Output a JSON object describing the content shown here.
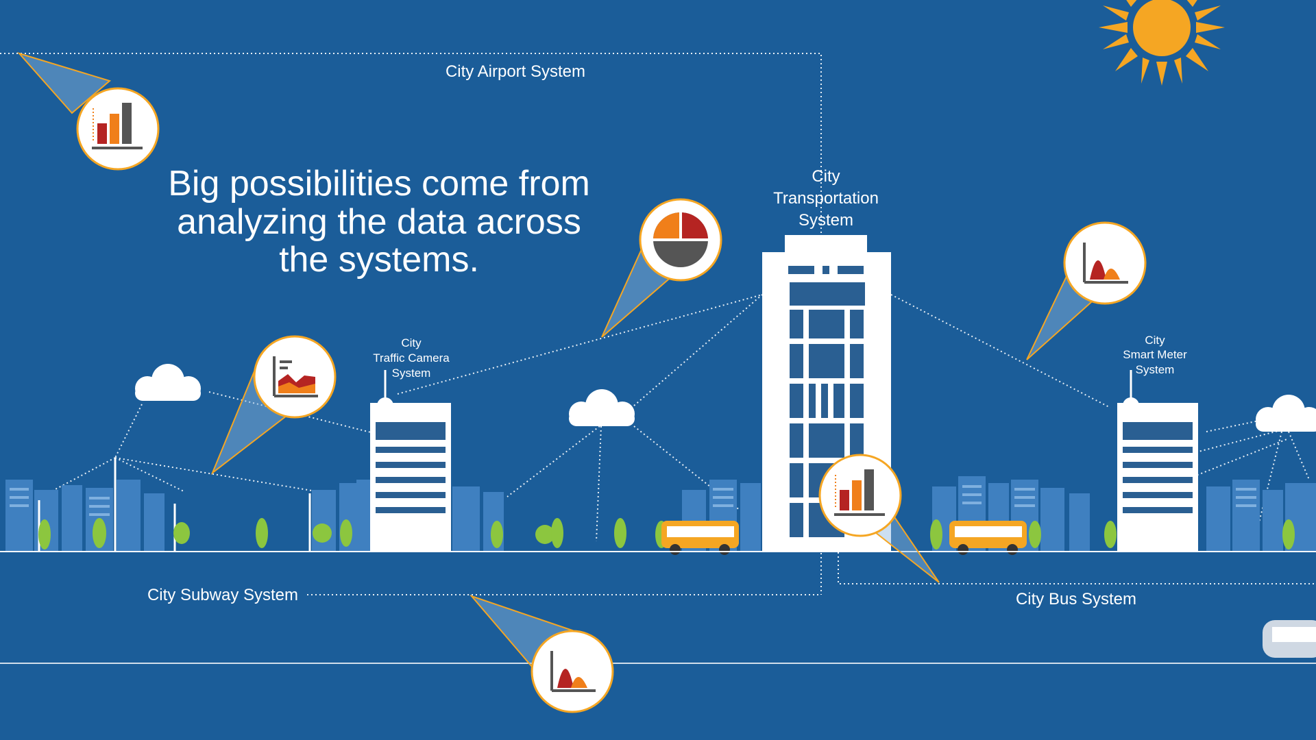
{
  "headline": [
    "Big possibilities come from",
    "analyzing the data across",
    "the systems."
  ],
  "labels": {
    "airport": "City Airport System",
    "transportation": [
      "City",
      "Transportation",
      "System"
    ],
    "traffic_camera": [
      "City",
      "Traffic Camera",
      "System"
    ],
    "smart_meter": [
      "City",
      "Smart Meter",
      "System"
    ],
    "subway": "City Subway System",
    "bus": "City Bus System"
  },
  "icons": {
    "bar_chart": "bar-chart-icon",
    "pie_chart": "pie-chart-icon",
    "area_chart": "area-chart-icon",
    "peak_chart": "peak-chart-icon",
    "sun": "sun-icon",
    "cloud": "cloud-icon",
    "bus": "bus-icon",
    "train": "train-icon"
  },
  "colors": {
    "background": "#1b5d99",
    "accent": "#f5a623",
    "building": "#ffffff",
    "building_dark": "#2a5f92",
    "skyline": "#3f80c0",
    "tree": "#8cc63f",
    "bar_orange": "#f07f1a",
    "bar_red": "#b52422",
    "bar_gray": "#555555"
  }
}
